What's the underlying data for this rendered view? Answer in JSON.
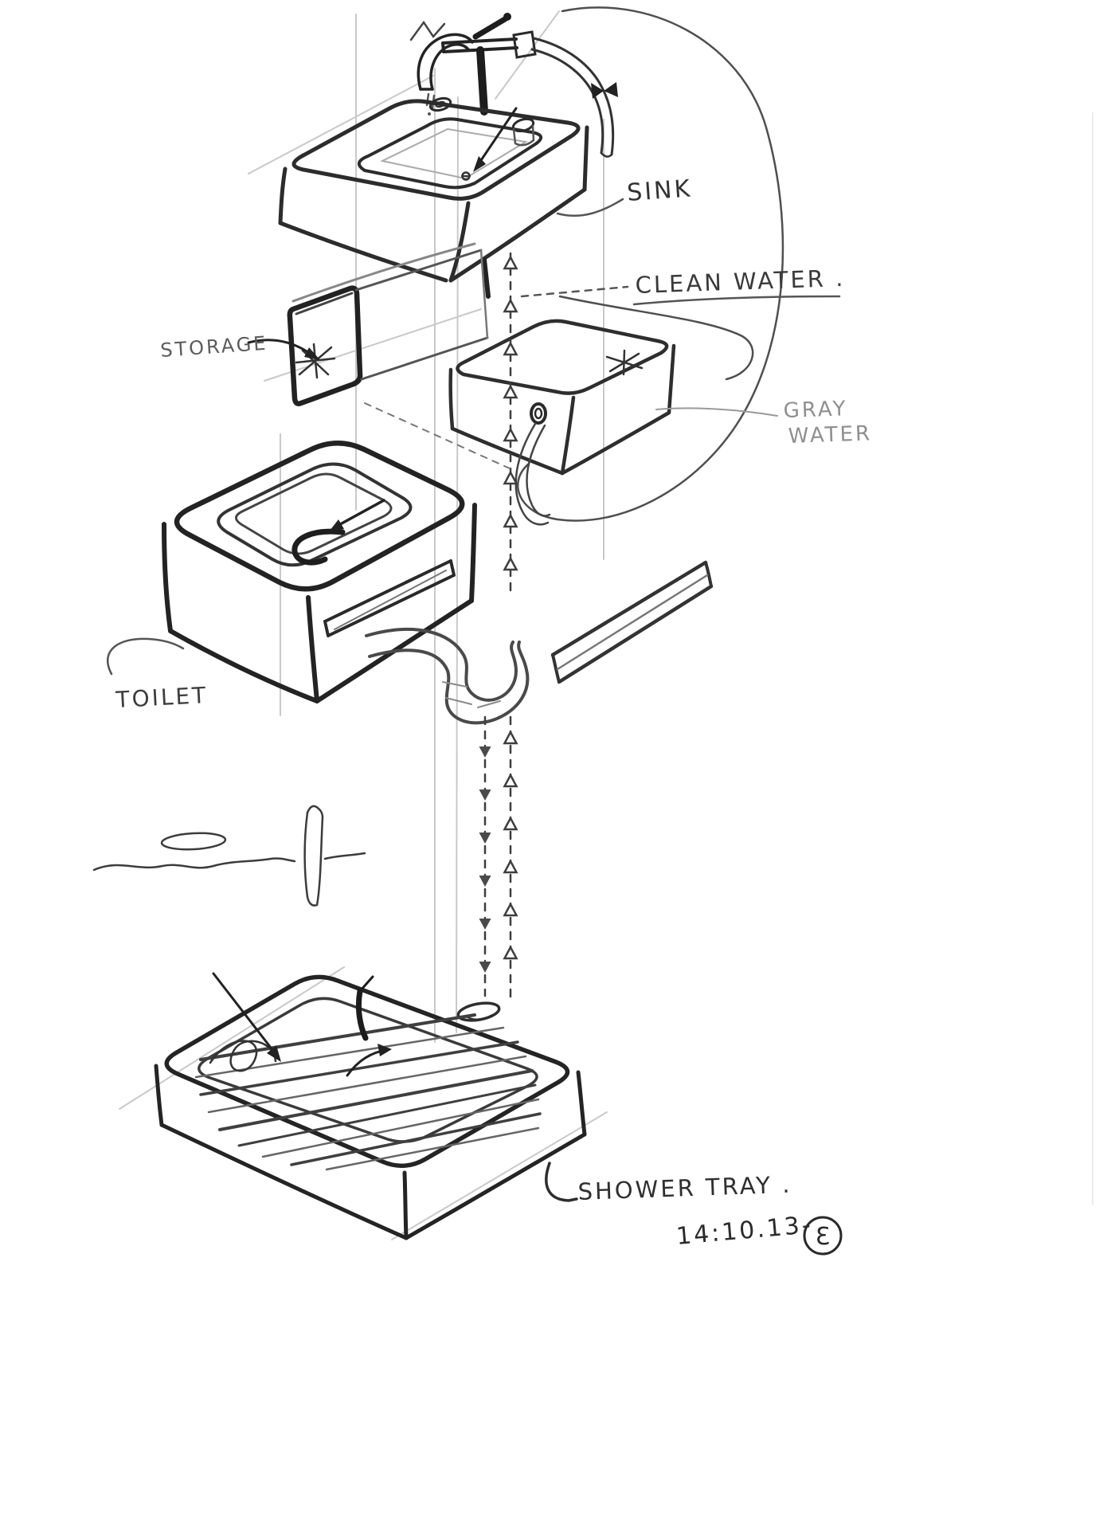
{
  "labels": {
    "sink": "SINK",
    "clean_water": "CLEAN WATER .",
    "storage": "STORAGE",
    "gray_water_line1": "GRAY",
    "gray_water_line2": "WATER",
    "toilet": "TOILET",
    "shower_tray": "SHOWER TRAY .",
    "date": "14:10.13-",
    "signature": "Ɛ"
  },
  "palette": {
    "paper": "#ffffff",
    "graphite_dark": "#242424",
    "graphite_mid": "#4a4a4a",
    "gray_pencil": "#8f8f8f",
    "construction": "#c9c9c9"
  },
  "sketch_components": [
    "faucet",
    "sink",
    "storage-box",
    "clean-water-loop",
    "gray-water-tank",
    "toilet",
    "s-trap-pipe",
    "rail",
    "flow-arrows",
    "water-line",
    "shower-tray"
  ]
}
